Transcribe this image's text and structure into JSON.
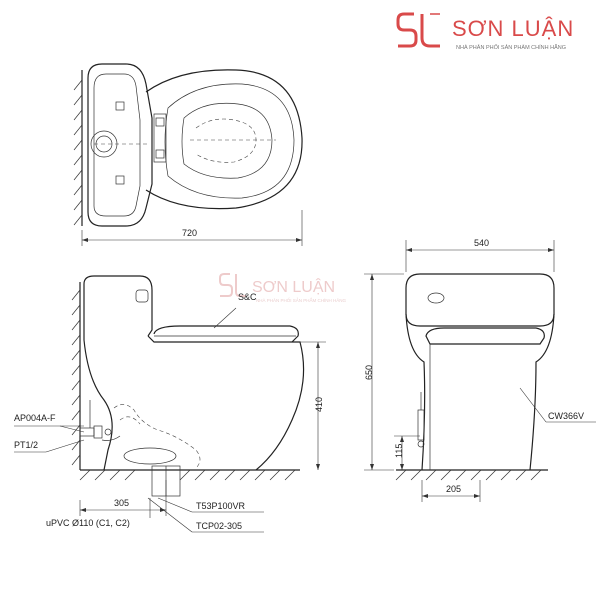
{
  "brand": {
    "name": "SƠN LUẬN",
    "tagline": "NHÀ PHÂN PHỐI SẢN PHẨM CHÍNH HÃNG",
    "logo_letters": "SL",
    "color": "#d94a4a"
  },
  "dimensions": {
    "top_width": "720",
    "side_width": "540",
    "total_height": "650",
    "seat_height": "410",
    "inlet_height": "115",
    "rough_in": "305",
    "front_base": "205"
  },
  "labels": {
    "seat": "S&C",
    "valve": "AP004A-F",
    "thread": "PT1/2",
    "drain_pipe": "uPVC Ø110 (C1, C2)",
    "flange": "T53P100VR",
    "connector": "TCP02-305",
    "model": "CW366V"
  }
}
